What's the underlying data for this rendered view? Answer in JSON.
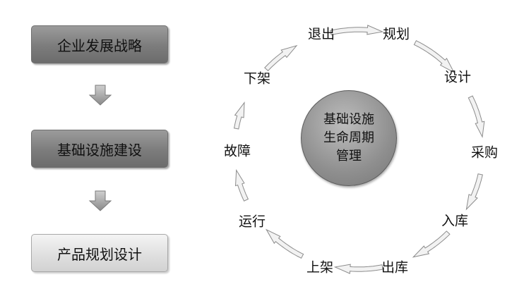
{
  "left_flow": {
    "steps": [
      "企业发展战略",
      "基础设施建设",
      "产品规划设计"
    ]
  },
  "center": {
    "lines": [
      "基础设施",
      "生命周期",
      "管理"
    ]
  },
  "cycle": {
    "stages": [
      "退出",
      "规划",
      "设计",
      "采购",
      "入库",
      "出库",
      "上架",
      "运行",
      "故障",
      "下架"
    ]
  }
}
